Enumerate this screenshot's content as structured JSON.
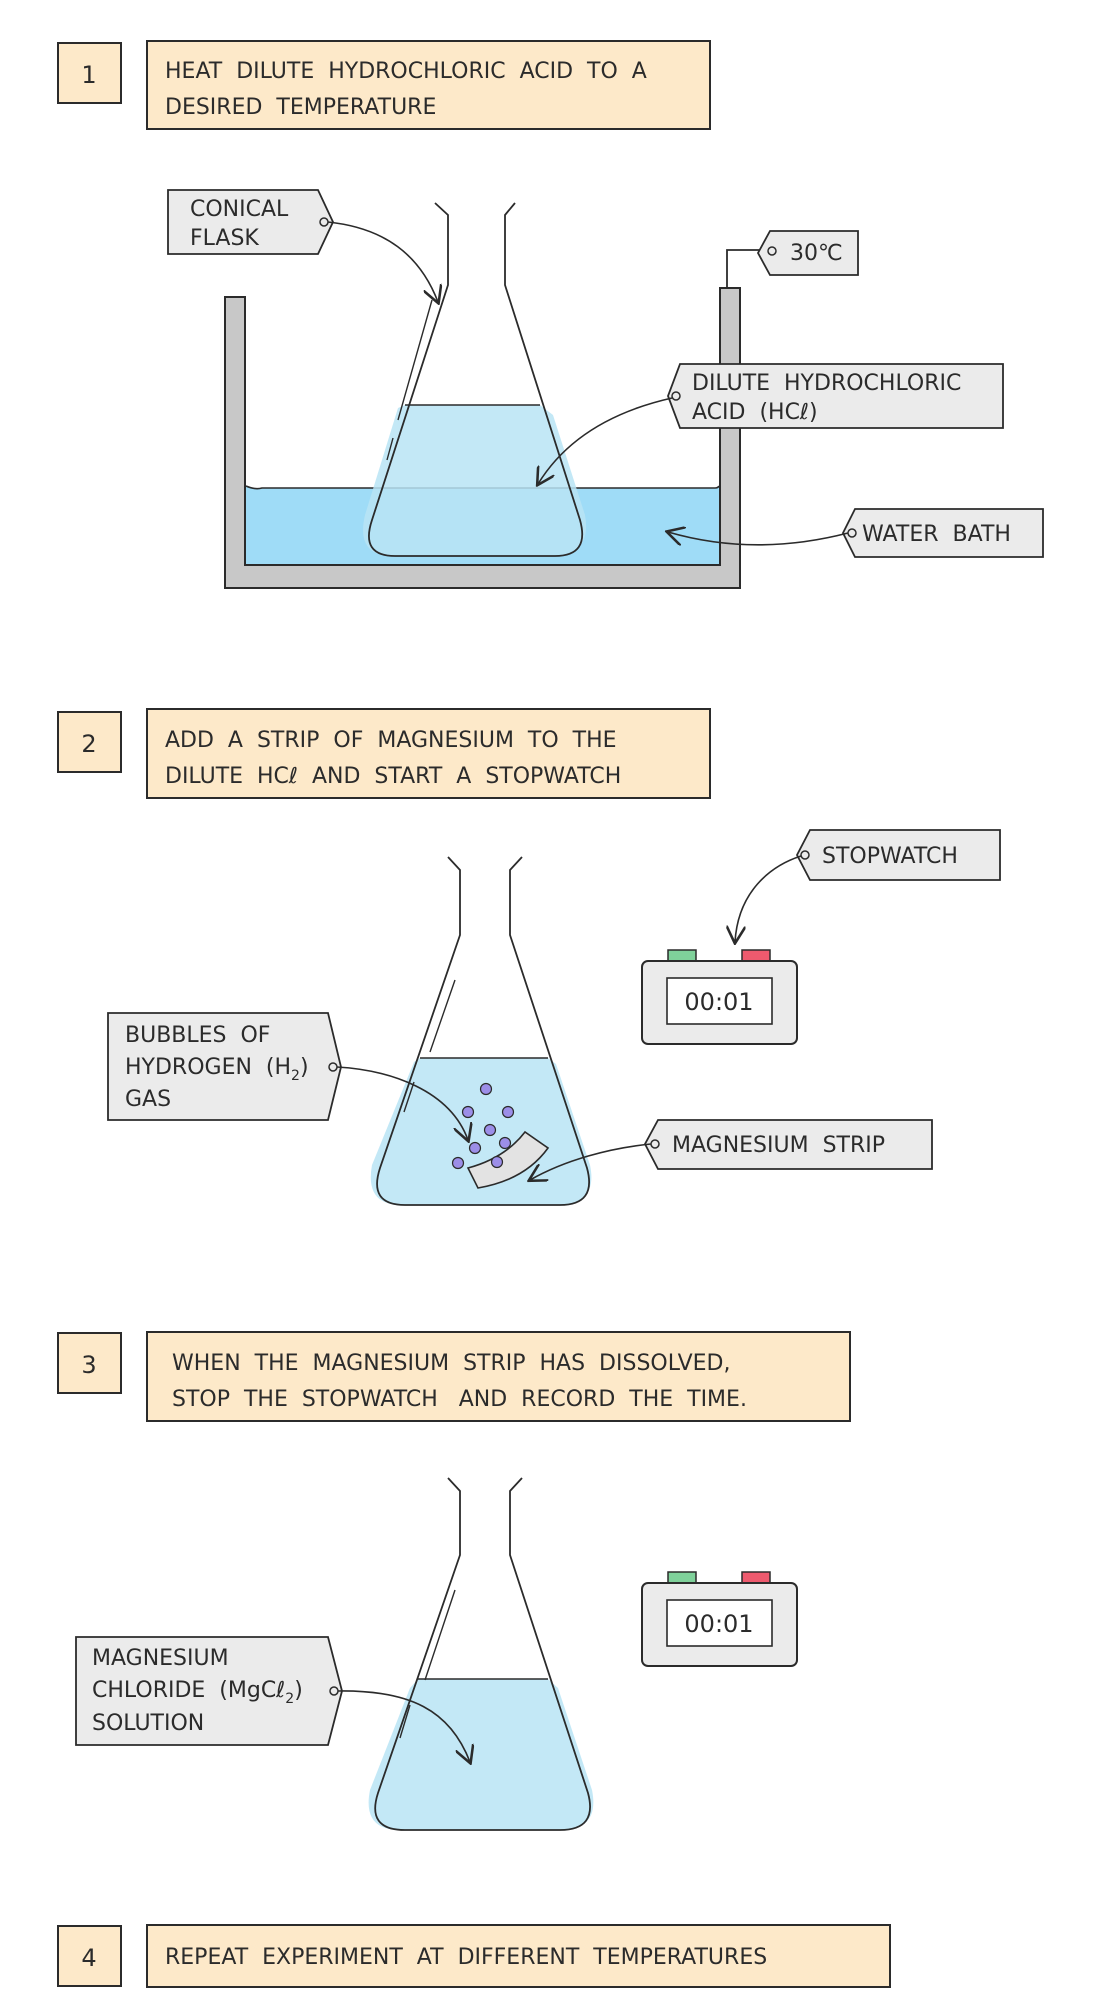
{
  "steps": [
    {
      "number": "1",
      "lines": [
        "HEAT  DILUTE  HYDROCHLORIC  ACID  TO  A",
        "DESIRED  TEMPERATURE"
      ]
    },
    {
      "number": "2",
      "lines": [
        "ADD  A  STRIP  OF  MAGNESIUM  TO  THE",
        "DILUTE  HCℓ  AND  START  A  STOPWATCH"
      ]
    },
    {
      "number": "3",
      "lines": [
        "WHEN  THE  MAGNESIUM  STRIP  HAS  DISSOLVED,",
        "STOP  THE  STOPWATCH   AND  RECORD  THE  TIME."
      ]
    },
    {
      "number": "4",
      "lines": [
        "REPEAT  EXPERIMENT  AT  DIFFERENT  TEMPERATURES"
      ]
    }
  ],
  "labels": {
    "conical_flask": [
      "CONICAL",
      "FLASK"
    ],
    "temperature": "30℃",
    "dilute_hcl": [
      "DILUTE  HYDROCHLORIC",
      "ACID  (HCℓ)"
    ],
    "water_bath": "WATER  BATH",
    "stopwatch": "STOPWATCH",
    "bubbles": [
      "BUBBLES  OF",
      "HYDROGEN  (H",
      "2",
      ")",
      "GAS"
    ],
    "magnesium_strip": "MAGNESIUM  STRIP",
    "magnesium_chloride": [
      "MAGNESIUM",
      "CHLORIDE  (MgCℓ",
      "2",
      ")",
      "SOLUTION"
    ]
  },
  "stopwatch_readings": [
    "00:01",
    "00:01"
  ],
  "colors": {
    "step_box": "#fde9c9",
    "label_box": "#ebebeb",
    "liquid": "#b8e4f4",
    "water": "#9fdcf7",
    "bath_wall": "#c8c8c8",
    "outline": "#2b2b2b",
    "button_green": "#7fd19a",
    "button_red": "#ee5a6e",
    "bubble": "#9c8ee8"
  }
}
